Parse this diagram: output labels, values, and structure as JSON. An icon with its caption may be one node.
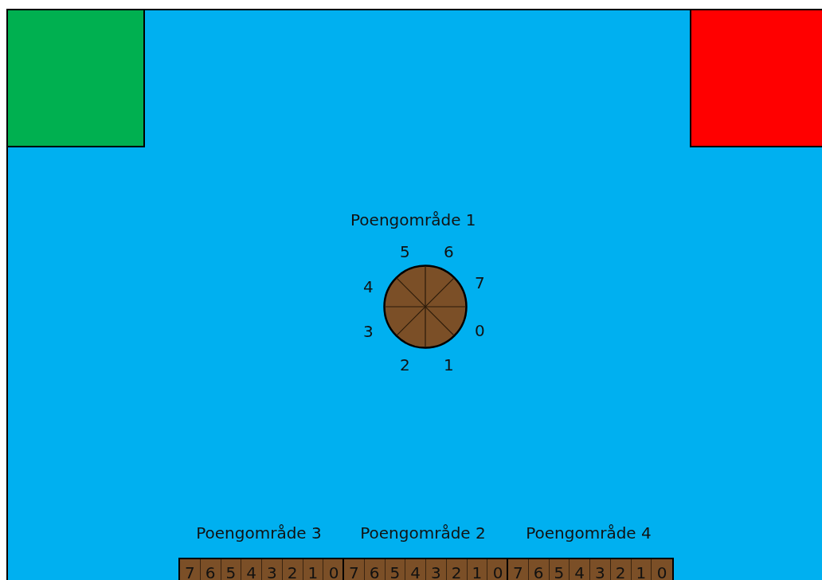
{
  "diagram": {
    "nodes": [
      {
        "text": [],
        "shape": "box"
      },
      {
        "text": [],
        "shape": "box",
        "in": 0
      },
      {
        "text": [],
        "shape": "box",
        "in": 0
      },
      {
        "text": [
          "Poengområde 1"
        ],
        "beside": [
          "5",
          "6",
          "4",
          "7",
          "3",
          "0",
          "2",
          "1"
        ],
        "in": 0
      },
      {
        "text": [
          "Poengområde 3",
          "7",
          "6",
          "5",
          "4",
          "3",
          "2",
          "1",
          "0"
        ],
        "in": 0
      },
      {
        "text": [
          "Poengområde 2",
          "7",
          "6",
          "5",
          "4",
          "3",
          "2",
          "1",
          "0"
        ],
        "in": 0
      },
      {
        "text": [
          "Poengområde 4",
          "7",
          "6",
          "5",
          "4",
          "3",
          "2",
          "1",
          "0"
        ],
        "in": 0
      }
    ]
  }
}
